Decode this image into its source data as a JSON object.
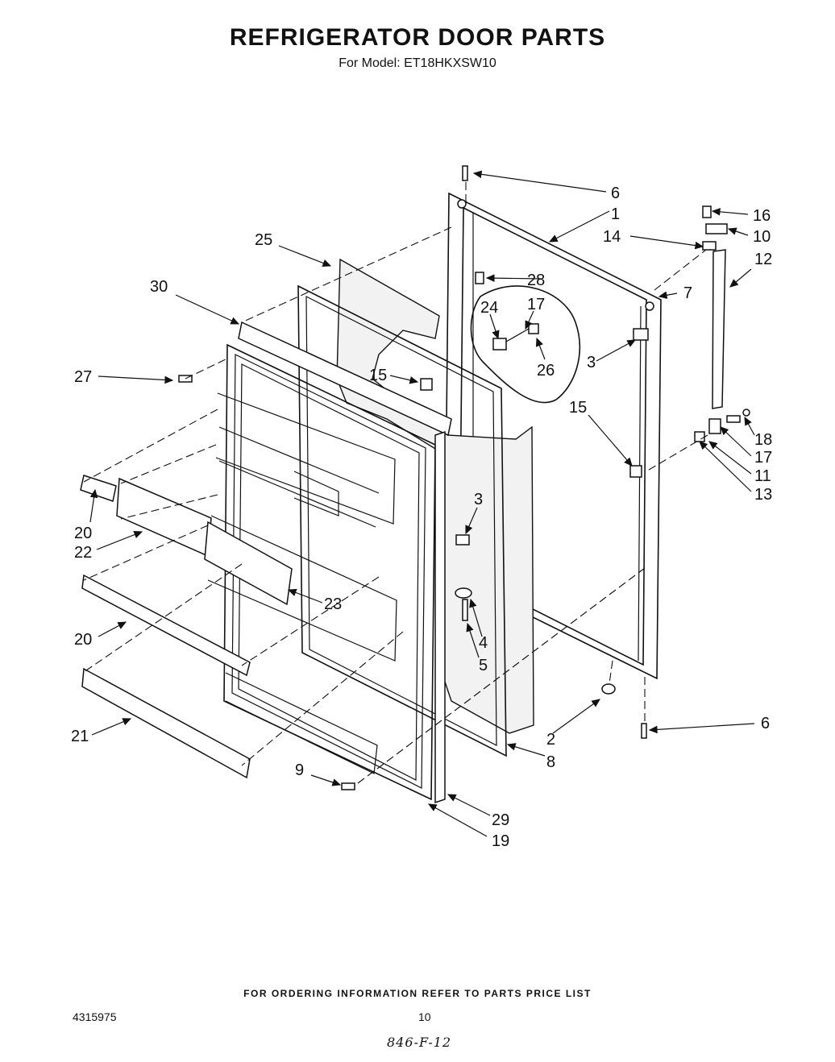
{
  "header": {
    "title": "REFRIGERATOR DOOR PARTS",
    "subtitle": "For Model: ET18HKXSW10"
  },
  "callouts": {
    "c6a": "6",
    "c1": "1",
    "c16": "16",
    "c14": "14",
    "c10": "10",
    "c12": "12",
    "c25": "25",
    "c28": "28",
    "c7": "7",
    "c30": "30",
    "c24": "24",
    "c17a": "17",
    "c27": "27",
    "c15a": "15",
    "c26": "26",
    "c3a": "3",
    "c15b": "15",
    "c18": "18",
    "c17b": "17",
    "c11": "11",
    "c13": "13",
    "c3b": "3",
    "c20a": "20",
    "c22": "22",
    "c23": "23",
    "c20b": "20",
    "c4": "4",
    "c5": "5",
    "c21": "21",
    "c2": "2",
    "c6b": "6",
    "c8": "8",
    "c9": "9",
    "c29": "29",
    "c19": "19"
  },
  "footer": {
    "note": "FOR ORDERING INFORMATION REFER TO PARTS PRICE LIST",
    "doc_id": "4315975",
    "page": "10",
    "handwritten": "846-F-12"
  }
}
